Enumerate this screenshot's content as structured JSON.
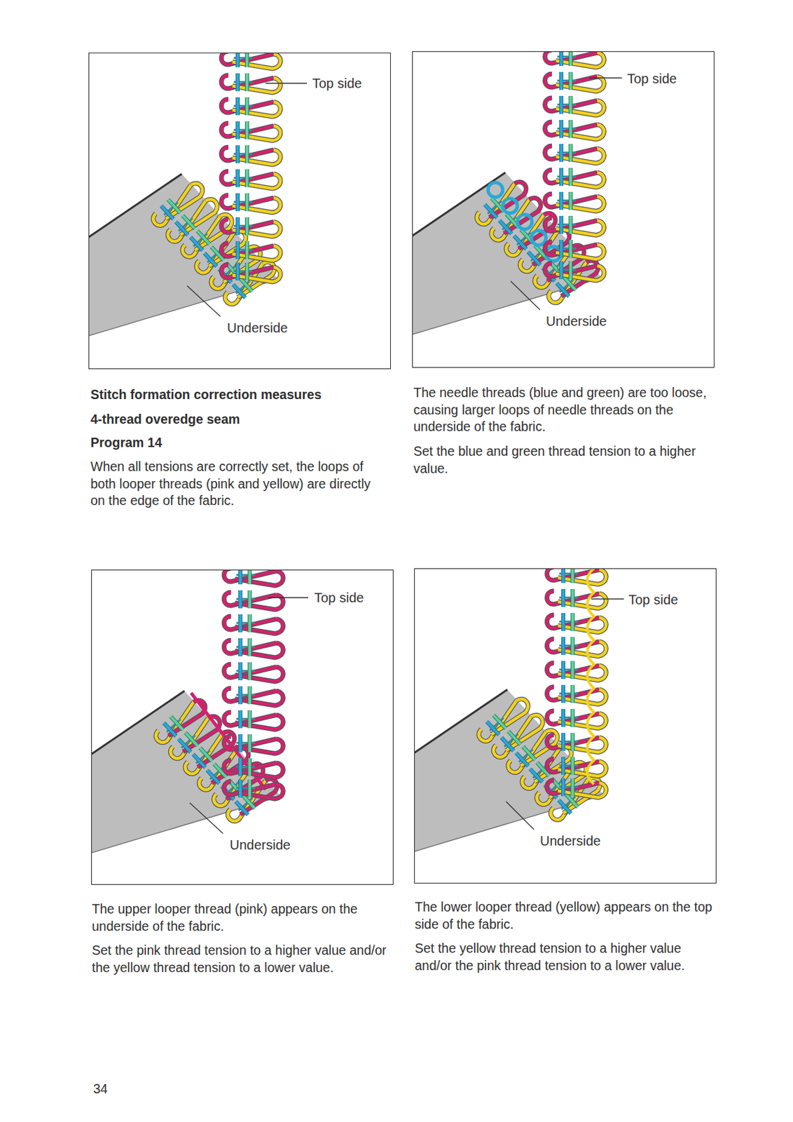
{
  "diagram": {
    "title": "Stitch formation correction measures",
    "nodes": [
      {
        "text": [
          "Top side",
          "Underside"
        ]
      },
      {
        "text": [
          "Top side",
          "Underside"
        ]
      },
      {
        "text": [
          "Top side",
          "Underside"
        ]
      },
      {
        "text": [
          "Top side",
          "Underside"
        ]
      }
    ],
    "labels": [
      "4-thread overedge seam",
      "Program 14",
      "When all tensions are correctly set, the loops of both looper threads (pink and yellow) are directly on the edge of the fabric.",
      "The needle threads (blue and green) are too loose, causing larger loops of needle threads on the underside of the fabric.",
      "Set the blue and green thread tension to a higher value.",
      "The upper looper thread (pink) appears on the underside of the fabric.",
      "Set the pink thread tension to a higher value and/or the yellow thread tension to a lower value.",
      "The lower looper thread (yellow) appears on the top side of the fabric.",
      "Set the yellow thread tension to a higher value and/or the pink thread tension to a lower value.",
      "34"
    ]
  }
}
